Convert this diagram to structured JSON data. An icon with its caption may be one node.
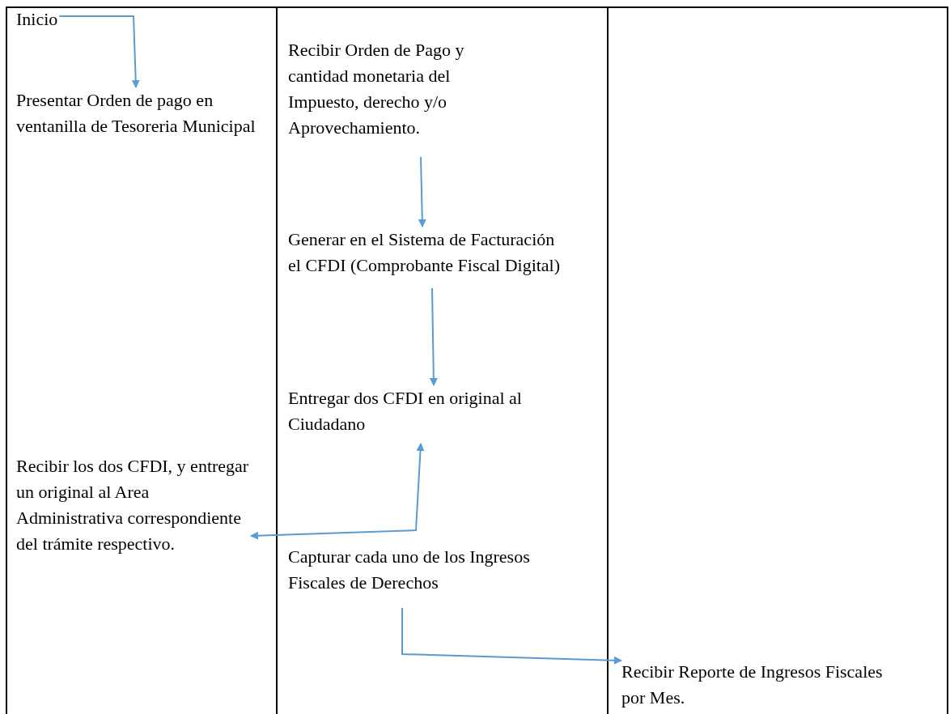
{
  "diagram": {
    "nodes": [
      {
        "text": [
          "Inicio"
        ]
      },
      {
        "text": [
          "Presentar Orden de pago en ventanilla de Tesoreria Municipal"
        ]
      },
      {
        "text": [
          "Recibir Orden de Pago y cantidad monetaria del Impuesto, derecho y/o Aprovechamiento."
        ]
      },
      {
        "text": [
          "Generar en el Sistema de Facturación el CFDI (Comprobante Fiscal Digital)"
        ]
      },
      {
        "text": [
          "Entregar dos CFDI en original al Ciudadano"
        ]
      },
      {
        "text": [
          "Recibir los dos CFDI, y entregar un original al Area Administrativa correspondiente del trámite respectivo."
        ]
      },
      {
        "text": [
          "Capturar cada uno de los Ingresos Fiscales de Derechos"
        ]
      },
      {
        "text": [
          "Recibir Reporte de Ingresos Fiscales por Mes."
        ]
      }
    ],
    "edges": [
      {
        "from": 0,
        "to": 1,
        "arrow": "to"
      },
      {
        "from": 2,
        "to": 3,
        "arrow": "to"
      },
      {
        "from": 3,
        "to": 4,
        "arrow": "to"
      },
      {
        "from": 4,
        "to": 5,
        "arrow": "both"
      },
      {
        "from": 6,
        "to": 7,
        "arrow": "to"
      }
    ]
  }
}
